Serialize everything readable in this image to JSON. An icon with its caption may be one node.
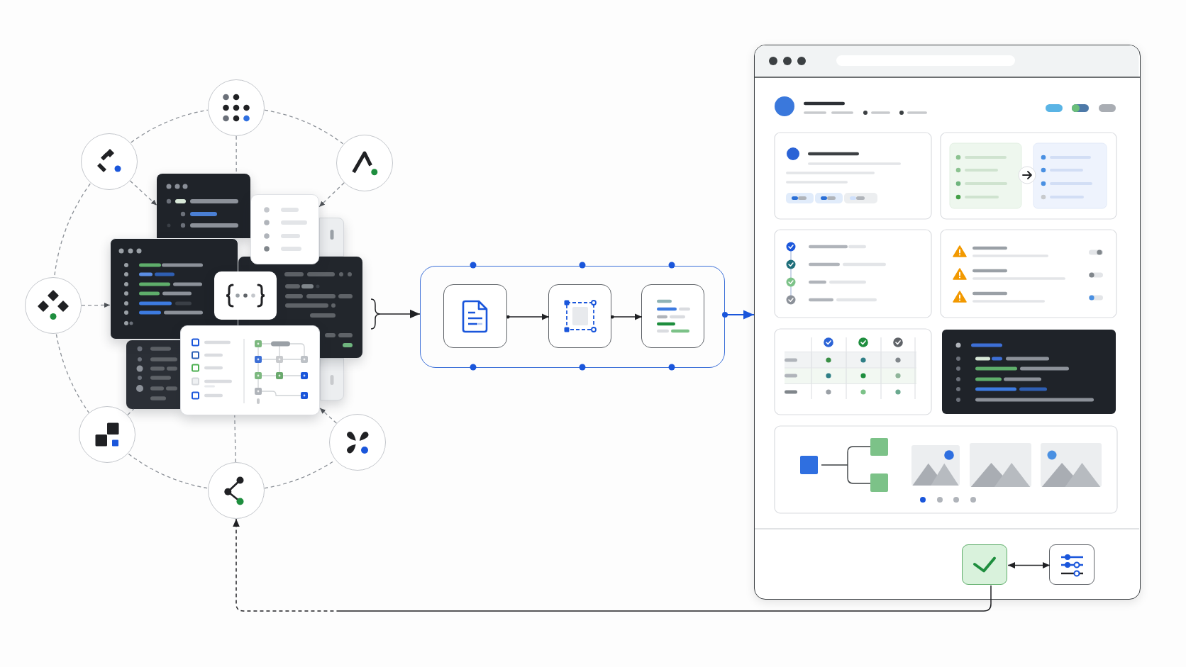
{
  "diagram": {
    "nodes": [
      {
        "text": [],
        "shape": "circle"
      },
      {
        "text": [],
        "shape": "circle"
      },
      {
        "text": [],
        "shape": "circle"
      },
      {
        "text": [],
        "shape": "box"
      },
      {
        "text": [],
        "shape": "box"
      },
      {
        "text": [],
        "shape": "box"
      },
      {
        "text": [],
        "shape": "box"
      },
      {
        "text": [],
        "shape": "box"
      },
      {
        "text": [],
        "shape": "box"
      },
      {
        "text": [],
        "shape": "circle"
      },
      {
        "text": [],
        "shape": "box"
      },
      {
        "text": [],
        "shape": "box"
      },
      {
        "text": [],
        "shape": "box"
      },
      {
        "text": [],
        "shape": "circle"
      },
      {
        "text": [],
        "shape": "circle"
      },
      {
        "text": [],
        "shape": "circle"
      },
      {
        "text": [],
        "shape": "box"
      },
      {
        "text": [],
        "shape": "box",
        "in": 16
      },
      {
        "text": [],
        "shape": "box",
        "in": 16
      },
      {
        "text": [],
        "shape": "box",
        "in": 16
      },
      {
        "text": [],
        "shape": "box"
      },
      {
        "text": [],
        "shape": "box",
        "in": 20
      },
      {
        "text": [],
        "shape": "box",
        "in": 20
      }
    ],
    "edges": [
      {
        "from": 1,
        "to": 0,
        "arrow": "none",
        "style": "dashed"
      },
      {
        "from": 0,
        "to": 2,
        "arrow": "none",
        "style": "dashed"
      },
      {
        "from": 1,
        "to": 9,
        "arrow": "none",
        "style": "dashed"
      },
      {
        "from": 9,
        "to": 13,
        "arrow": "none",
        "style": "dashed"
      },
      {
        "from": 13,
        "to": 15,
        "arrow": "none",
        "style": "dashed"
      },
      {
        "from": 15,
        "to": 14,
        "arrow": "none",
        "style": "dashed"
      },
      {
        "from": 0,
        "to": 3,
        "arrow": "none",
        "style": "dashed"
      },
      {
        "from": 1,
        "to": 3,
        "arrow": "to",
        "style": "dashed"
      },
      {
        "from": 2,
        "to": 4,
        "arrow": "to",
        "style": "dashed"
      },
      {
        "from": 9,
        "to": 6,
        "arrow": "to",
        "style": "dashed"
      },
      {
        "from": 13,
        "to": 10,
        "arrow": "none",
        "style": "dashed"
      },
      {
        "from": 15,
        "to": 11,
        "arrow": "none",
        "style": "dashed"
      },
      {
        "from": 14,
        "to": 11,
        "arrow": "to",
        "style": "dashed"
      },
      {
        "from": 7,
        "to": 16,
        "arrow": "to",
        "color": "#202124"
      },
      {
        "from": 17,
        "to": 18,
        "arrow": "to",
        "color": "#202124"
      },
      {
        "from": 18,
        "to": 19,
        "arrow": "to",
        "color": "#202124"
      },
      {
        "from": 16,
        "to": 20,
        "arrow": "to",
        "color": "#1a56db"
      },
      {
        "from": 21,
        "to": 22,
        "arrow": "both",
        "color": "#202124"
      },
      {
        "from": 21,
        "to": 15,
        "arrow": "to",
        "style": "dashed",
        "color": "#202124"
      }
    ]
  }
}
